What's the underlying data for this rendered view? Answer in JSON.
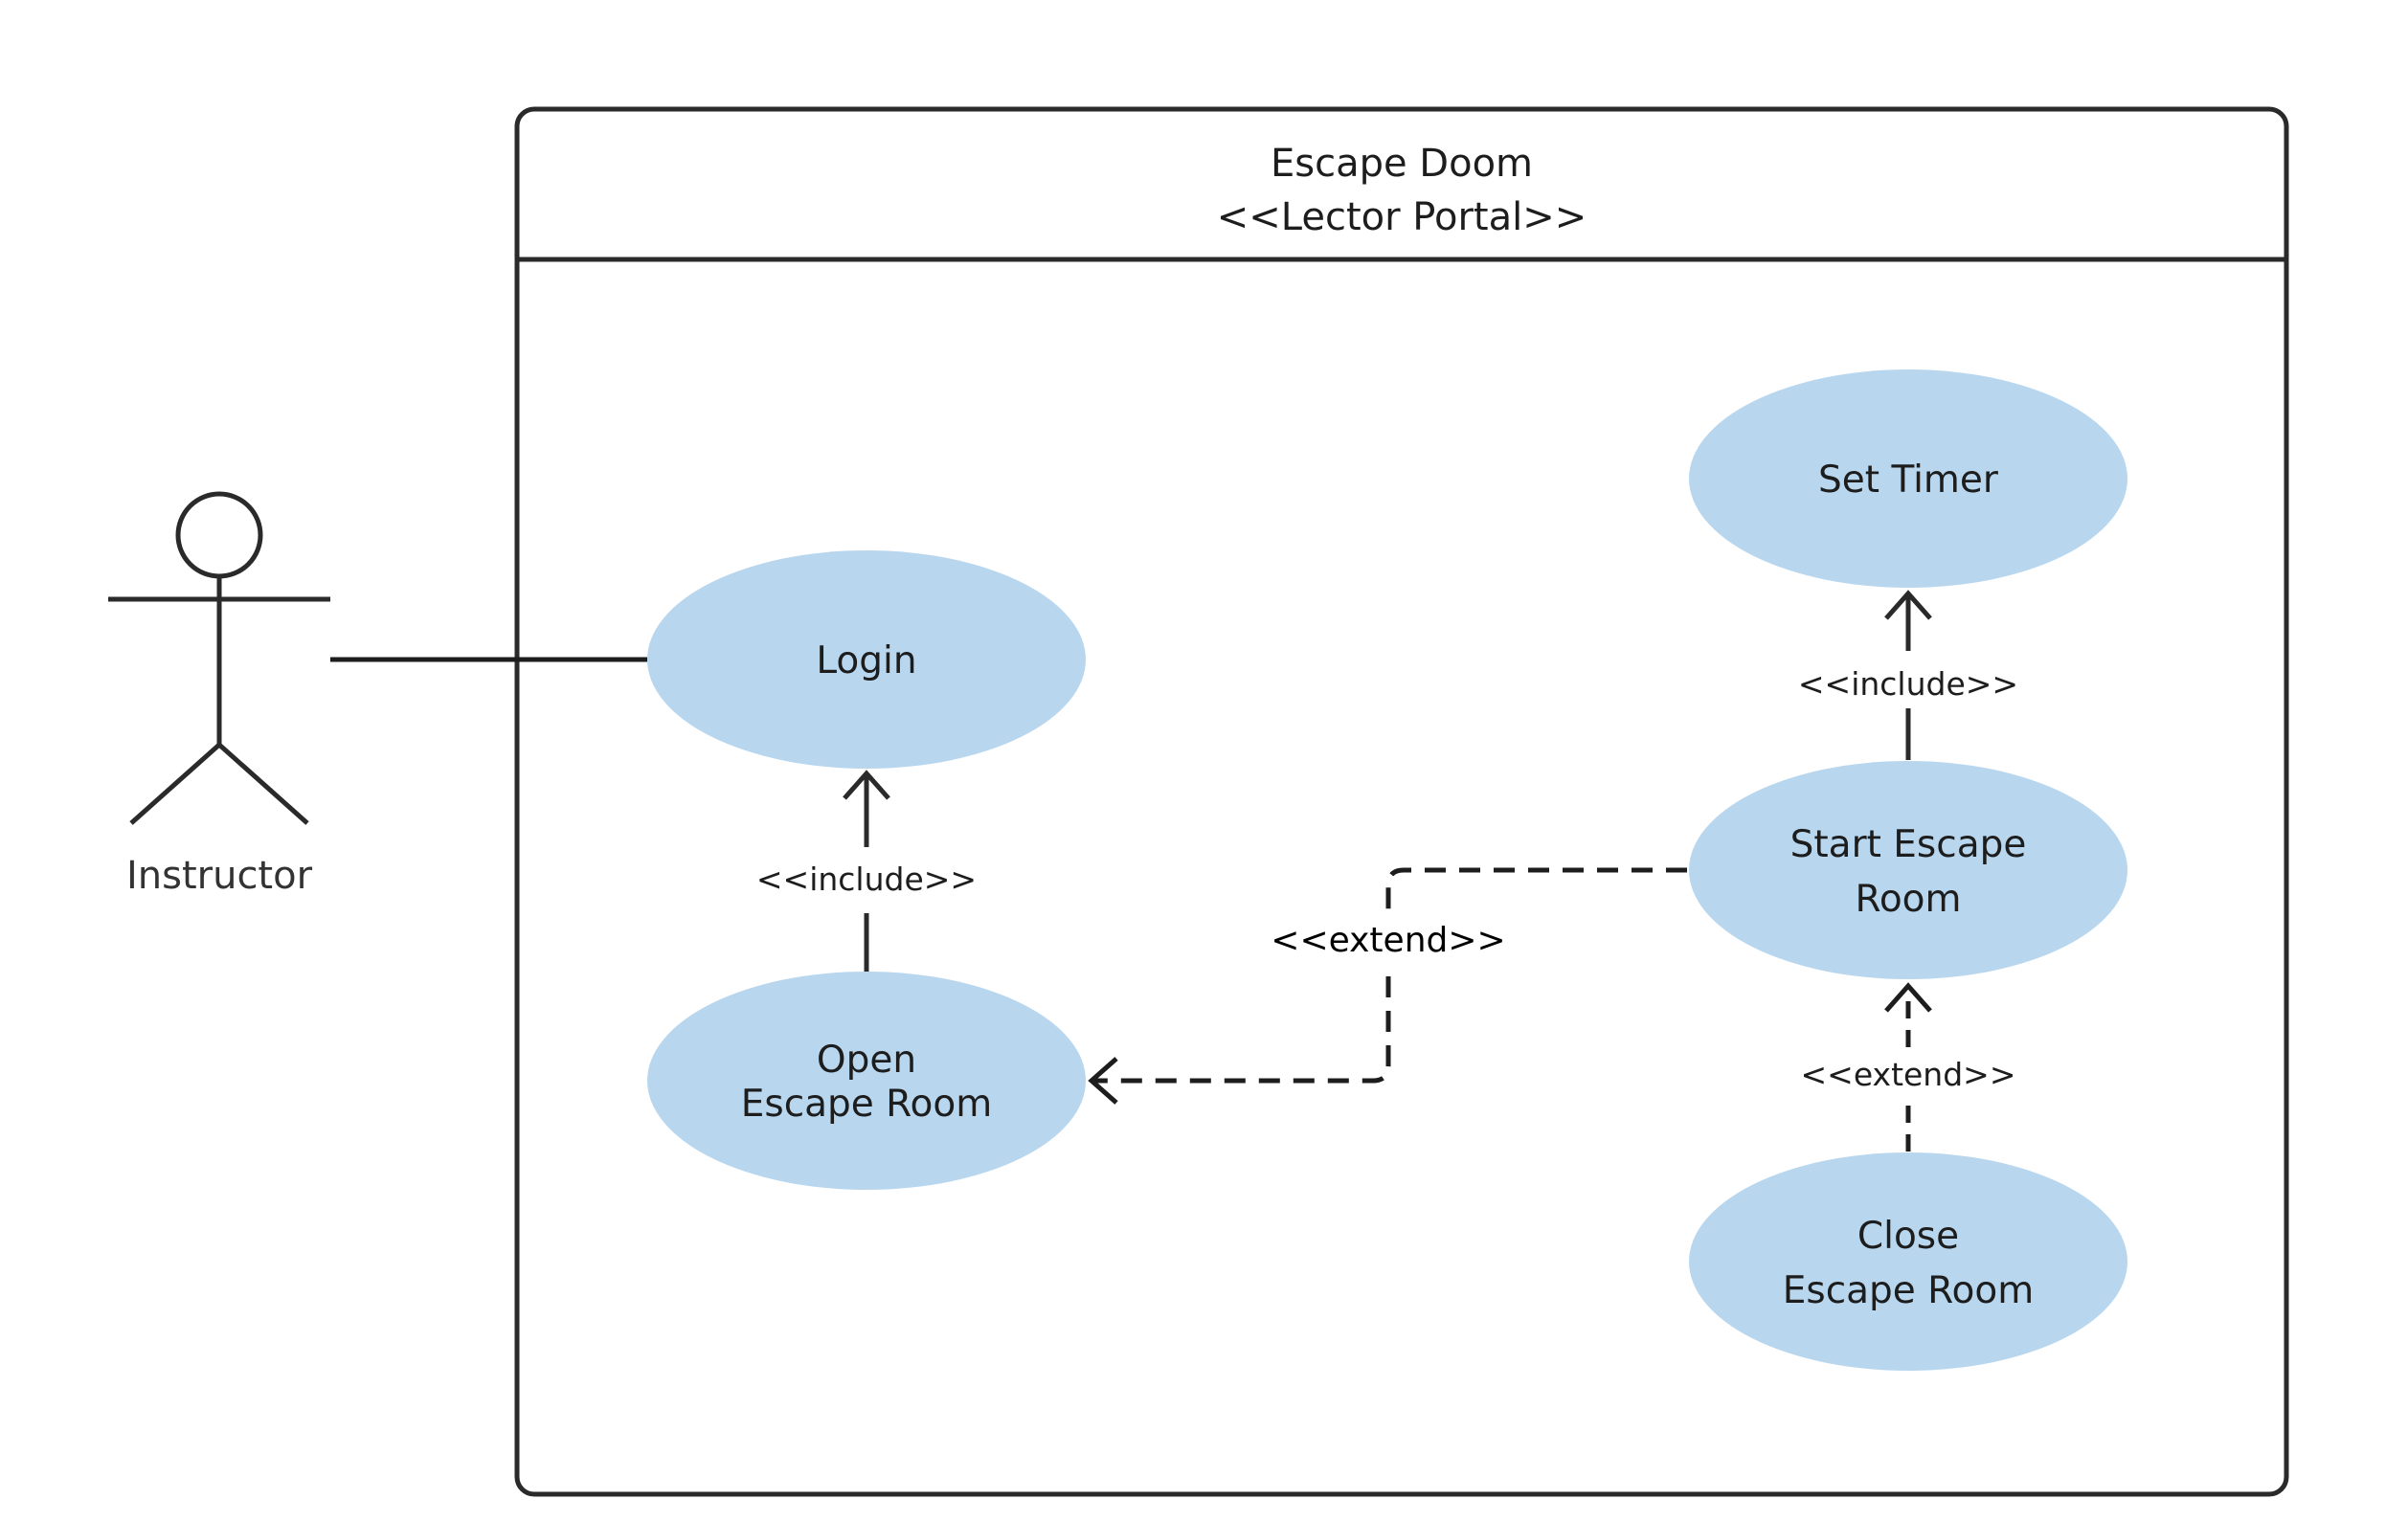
{
  "colors": {
    "usecase_fill": "#b8d7ef",
    "line": "#2a2a2a",
    "text": "#1d1d1d"
  },
  "system": {
    "title": "Escape Doom",
    "stereotype": "<<Lector Portal>>"
  },
  "actor": {
    "label": "Instructor"
  },
  "usecases": {
    "login": "Login",
    "set_timer": "Set Timer",
    "start_line1": "Start Escape",
    "start_line2": "Room",
    "open_line1": "Open",
    "open_line2": "Escape Room",
    "close_line1": "Close",
    "close_line2": "Escape Room"
  },
  "relations": {
    "open_login": "<<include>>",
    "start_timer": "<<include>>",
    "start_open": "<<extend>>",
    "close_start": "<<extend>>"
  }
}
